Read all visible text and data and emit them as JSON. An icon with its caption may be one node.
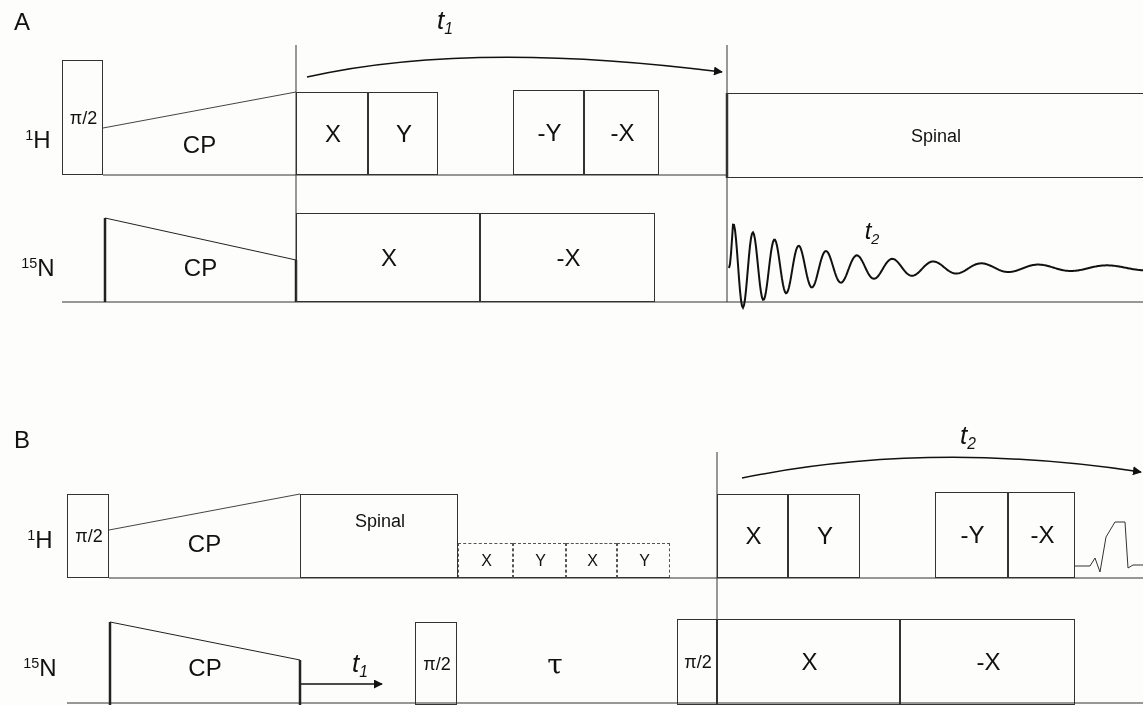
{
  "diagram": {
    "nodes": [
      {
        "text": [
          "π/2"
        ]
      },
      {
        "text": [
          "CP"
        ]
      },
      {
        "text": [
          "X"
        ]
      },
      {
        "text": [
          "Y"
        ]
      },
      {
        "text": [
          "-Y"
        ]
      },
      {
        "text": [
          "-X"
        ]
      },
      {
        "text": [
          "Spinal"
        ]
      },
      {
        "text": [
          "CP"
        ]
      },
      {
        "text": [
          "X"
        ]
      },
      {
        "text": [
          "-X"
        ]
      },
      {
        "text": [
          "π/2"
        ]
      },
      {
        "text": [
          "CP"
        ]
      },
      {
        "text": [
          "Spinal"
        ]
      },
      {
        "text": [
          "X"
        ]
      },
      {
        "text": [
          "Y"
        ]
      },
      {
        "text": [
          "X"
        ]
      },
      {
        "text": [
          "Y"
        ]
      },
      {
        "text": [
          "X"
        ]
      },
      {
        "text": [
          "Y"
        ]
      },
      {
        "text": [
          "-Y"
        ]
      },
      {
        "text": [
          "-X"
        ]
      },
      {
        "text": [
          "CP"
        ]
      },
      {
        "text": [
          "π/2"
        ]
      },
      {
        "text": [
          "π/2"
        ]
      },
      {
        "text": [
          "X"
        ]
      },
      {
        "text": [
          "-X"
        ]
      }
    ],
    "labels": [
      "A",
      "t$_{1}$",
      "$^{1}$H",
      "$^{15}$N",
      "t$_{2}$",
      "B",
      "t$_{2}$",
      "$^{1}$H",
      "$^{15}$N",
      "t$_{1}$",
      "τ"
    ]
  }
}
